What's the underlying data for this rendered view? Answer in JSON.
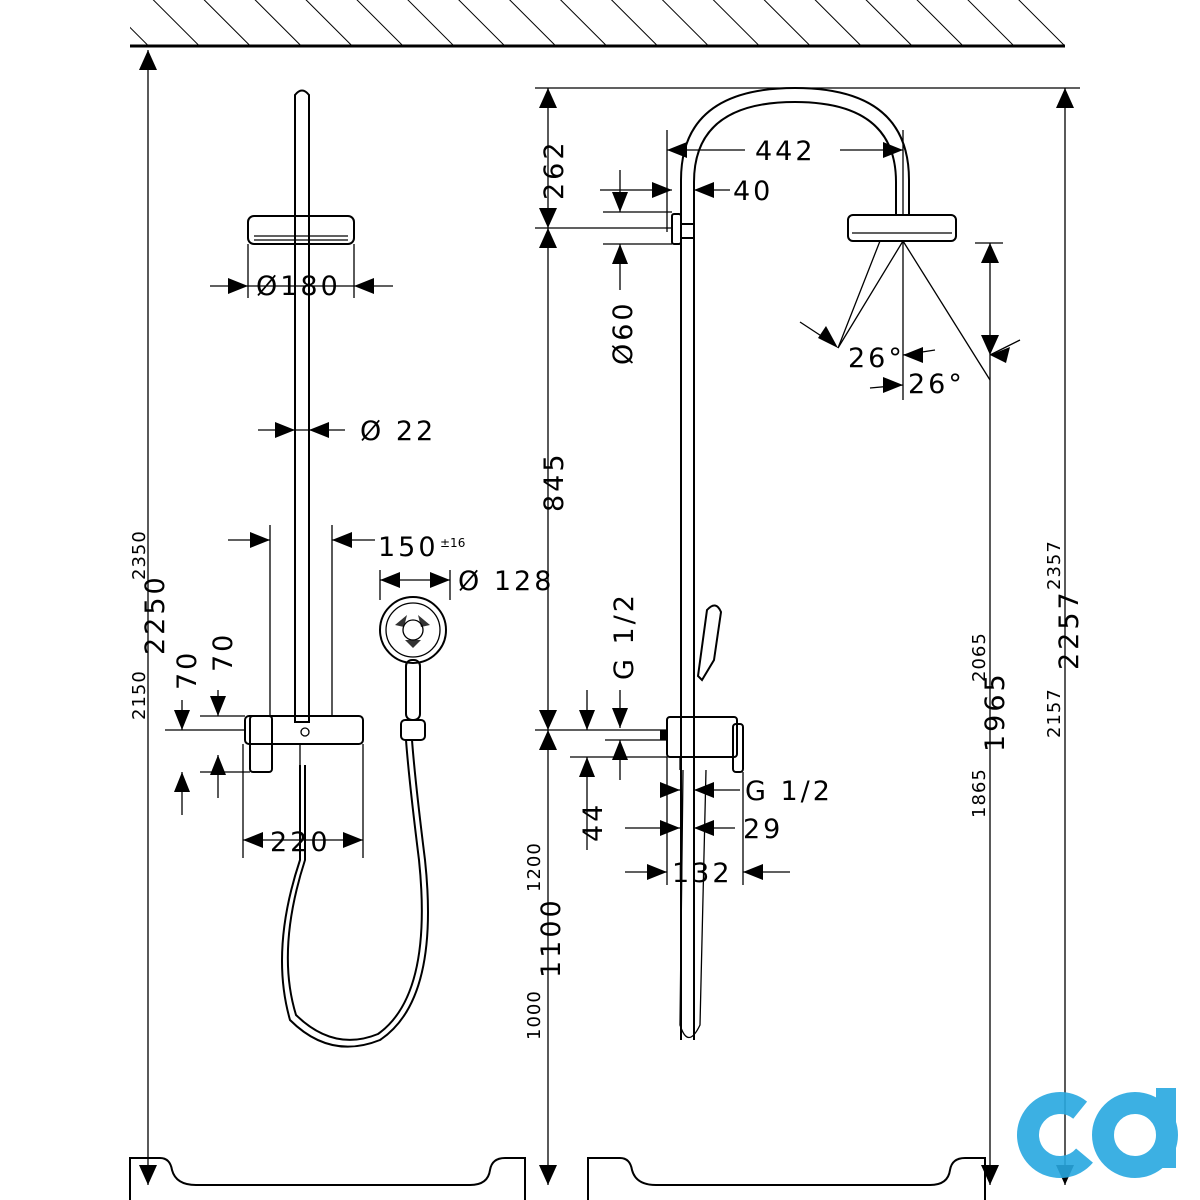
{
  "left_view": {
    "head_diameter": "Ø180",
    "pipe_diameter": "Ø 22",
    "handshower_diameter": "Ø 128",
    "handshower_offset": "150",
    "handshower_offset_tolerance": "±16",
    "mixer_width": "220",
    "offset_a": "70",
    "offset_b": "70",
    "height_2350": "2350",
    "height_2250": "2250",
    "height_2150": "2150"
  },
  "right_view": {
    "arm_reach": "442",
    "wall_gap": "40",
    "rise_262": "262",
    "bracket_diameter": "Ø60",
    "span_845": "845",
    "connection_upper": "G 1/2",
    "connection_lower": "G 1/2",
    "depth_44": "44",
    "depth_29": "29",
    "depth_132": "132",
    "height_1200": "1200",
    "height_1100": "1100",
    "height_1000": "1000",
    "angle_a": "26°",
    "angle_b": "26°",
    "height_2065": "2065",
    "height_1965": "1965",
    "height_1865": "1865",
    "height_2357": "2357",
    "height_2257": "2257",
    "height_2157": "2157"
  },
  "watermark": {
    "color": "#28a8e0",
    "shape": "cd-logo"
  }
}
